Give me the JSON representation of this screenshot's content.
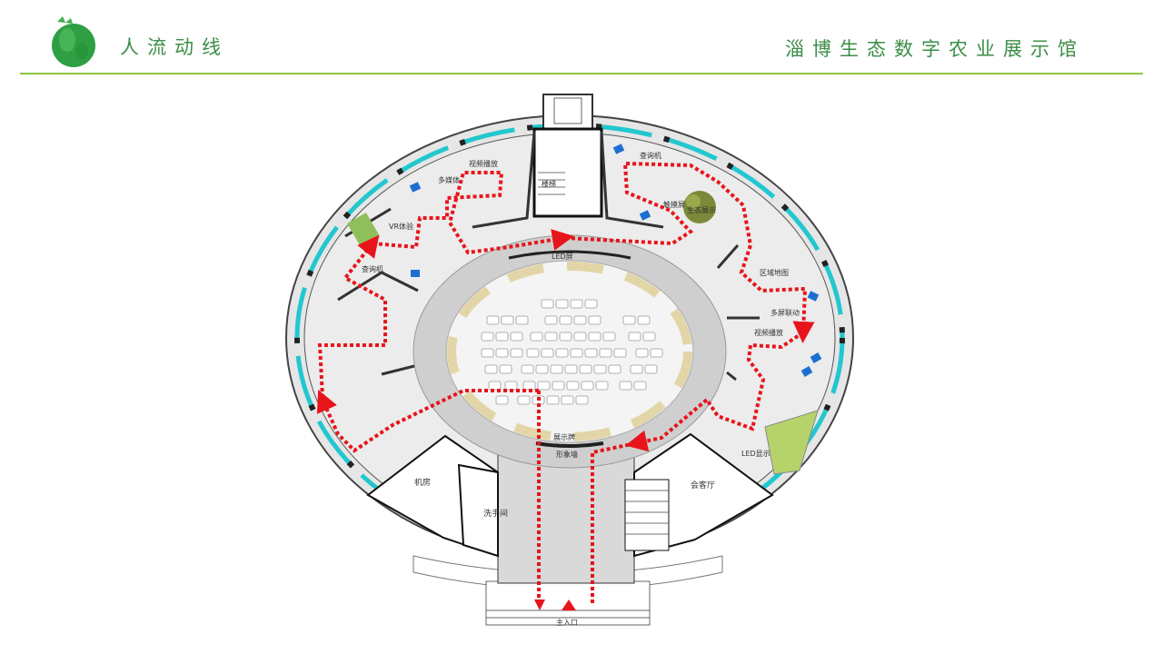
{
  "header": {
    "page_title": "人流动线",
    "site_title": "淄博生态数字农业展示馆"
  },
  "colors": {
    "accent_green": "#3b8e46",
    "rule_green": "#8cc63f",
    "glass_cyan": "#22c7cf",
    "route_red": "#e8141b",
    "floor_gray": "#d6d6d6"
  },
  "labels": {
    "screen_top": "LED屏",
    "screen_right": "LED显示",
    "image_wall": "形象墙",
    "sign_board": "展示牌",
    "reception": "会客厅",
    "machine_room": "机房",
    "washroom": "洗手间",
    "main_entrance": "主入口",
    "stair": "楼梯",
    "query": "查询机",
    "multimedia": "多媒体",
    "video_play": "视频播放",
    "vr_experience": "VR体验",
    "touch_screen": "触摸屏",
    "interactive": "多屏联动",
    "video_broadcast": "视频播放",
    "query_machine": "查询机",
    "tree_display": "生态展示",
    "area_map": "区域地图"
  }
}
